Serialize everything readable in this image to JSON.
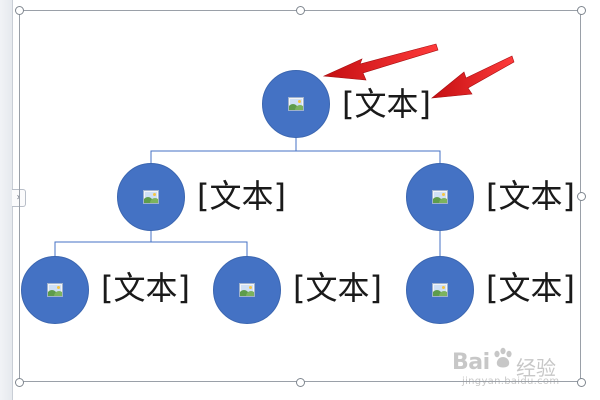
{
  "left_tab_glyph": "›",
  "nodes": [
    {
      "id": "root",
      "label": "[文本]"
    },
    {
      "id": "child-left",
      "label": "[文本]"
    },
    {
      "id": "child-right",
      "label": "[文本]"
    },
    {
      "id": "leaf-1",
      "label": "[文本]"
    },
    {
      "id": "leaf-2",
      "label": "[文本]"
    },
    {
      "id": "leaf-3",
      "label": "[文本]"
    }
  ],
  "icons": {
    "node_icon": "picture-placeholder-icon"
  },
  "colors": {
    "node_fill": "#4472c4",
    "connector": "#4472c4",
    "arrow": "#e8191c",
    "frame": "#9aa0a8"
  },
  "watermark": {
    "brand_left": "Bai",
    "brand_right": "经验",
    "url": "jingyan.baidu.com"
  }
}
